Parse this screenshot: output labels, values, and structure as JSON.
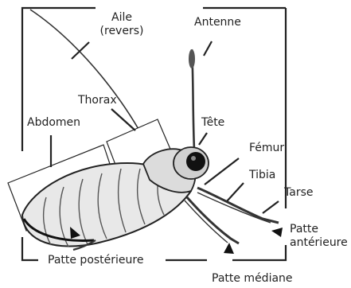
{
  "labels": {
    "wing": "Aile\n(revers)",
    "antenna": "Antenne",
    "thorax": "Thorax",
    "abdomen": "Abdomen",
    "head": "Tête",
    "femur": "Fémur",
    "tibia": "Tibia",
    "tarsus": "Tarse",
    "front_leg": "Patte\nantérieure",
    "hind_leg": "Patte postérieure",
    "middle_leg": "Patte médiane"
  }
}
